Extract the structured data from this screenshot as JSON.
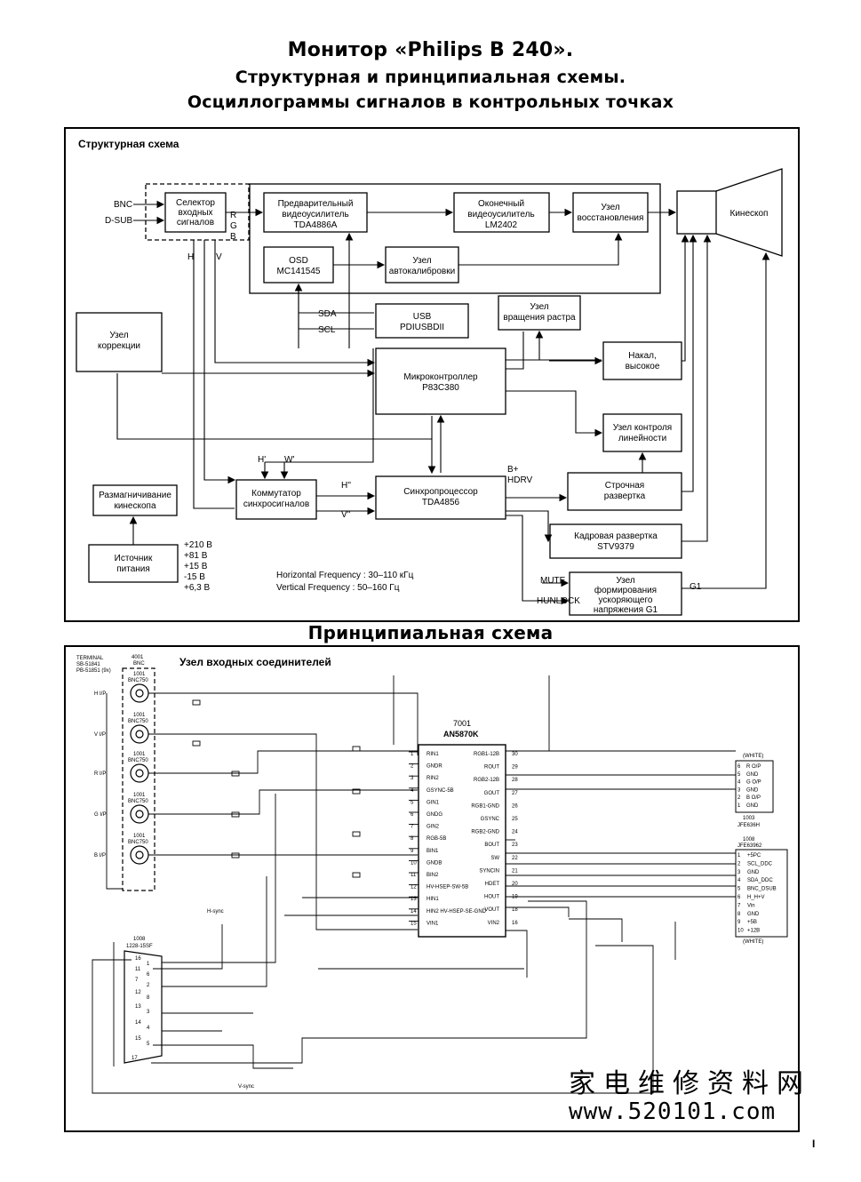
{
  "header": {
    "title": "Монитор «Philips B                   240».",
    "subtitle1": "Структурная и принципиальная схемы.",
    "subtitle2": "Осциллограммы сигналов в контрольных точках"
  },
  "block_diagram": {
    "title": "Структурная схема",
    "inputs": [
      "BNC",
      "D-SUB"
    ],
    "blocks": {
      "selector": "Селектор входных сигналов",
      "preamp": "Предварительный видеоусилитель TDA4886A",
      "final_amp": "Оконечный видеоусилитель LM2402",
      "restore": "Узел восстановления",
      "crt": "Кинескоп",
      "osd": "OSD MC141545",
      "autocal": "Узел автокалибровки",
      "usb": "USB PDIUSBDII",
      "rotation": "Узел вращения растра",
      "correction": "Узел коррекции",
      "mcu": "Микроконтроллер P83C380",
      "filament": "Накал, высокое",
      "linearity": "Узел контроля линейности",
      "switch": "Коммутатор синхросигналов",
      "syncproc": "Синхропроцессор TDA4856",
      "hscan": "Строчная развертка",
      "vscan": "Кадровая развертка STV9379",
      "g1": "Узел формирования ускоряющего напряжения G1",
      "degauss": "Размагничивание кинескопа",
      "psu": "Источник питания"
    },
    "signals": [
      "R",
      "G",
      "B",
      "H",
      "V",
      "SDA",
      "SCL",
      "H'",
      "W'",
      "H''",
      "V''",
      "B+",
      "HDRV",
      "MUTE",
      "HUNLOCK",
      "G1"
    ],
    "voltages": [
      "+210 В",
      "+81 В",
      "+15 В",
      "-15 В",
      "+6,3 В"
    ],
    "freq_h": "Horizontal Frequency : 30–110 кГц",
    "freq_v": "Vertical Frequency : 50–160 Гц"
  },
  "schematic": {
    "title": "Принципиальная схема",
    "subtitle": "Узел входных соединителей",
    "terminal": [
      "TERMINAL",
      "SB-51841",
      "PB-51851 (9x)"
    ],
    "bnc": [
      "4001",
      "BNC"
    ],
    "bnc_inputs": [
      "H I/P",
      "V I/P",
      "R I/P",
      "G I/P",
      "B I/P"
    ],
    "ic": "7001",
    "ic_name": "AN5870K",
    "pins_left": [
      "RIN1",
      "GNDR",
      "RIN2",
      "GSYNC-5B",
      "GIN1",
      "GNDG",
      "GIN2",
      "RGB-5B",
      "BIN1",
      "GNDB",
      "BIN2",
      "HV-HSEP-SW-5B",
      "HIN1",
      "HIN2 HV-HSEP-SE-GND",
      "VIN1"
    ],
    "pins_right": [
      "RGB1-12B",
      "ROUT",
      "RGB2-12B",
      "GOUT",
      "RGB1-GND",
      "GSYNC",
      "RGB2-GND",
      "BOUT",
      "SW",
      "SYNCIN",
      "HDET",
      "HOUT",
      "VOUT",
      "VIN2"
    ],
    "conn1003": [
      "R O/P",
      "GND",
      "G O/P",
      "GND",
      "B O/P",
      "GND"
    ],
    "conn1003_label": [
      "(WHITE)",
      "1003",
      "JFE636H"
    ],
    "conn1008": [
      "+5PC",
      "SCL_DDC",
      "GND",
      "SDA_DDC",
      "BNC_DSUB",
      "H_H+V",
      "Vin",
      "GND",
      "+5B",
      "+12B"
    ],
    "conn1008_label": [
      "1008",
      "JFE63962",
      "(WHITE)"
    ],
    "dsub": [
      "1008",
      "1228-15SF"
    ],
    "labels": [
      "H-sync",
      "V-sync",
      "+5B",
      "+12B"
    ]
  },
  "watermark": {
    "cn": "家电维修资料网",
    "url": "www.520101.com"
  },
  "page_number": "I"
}
